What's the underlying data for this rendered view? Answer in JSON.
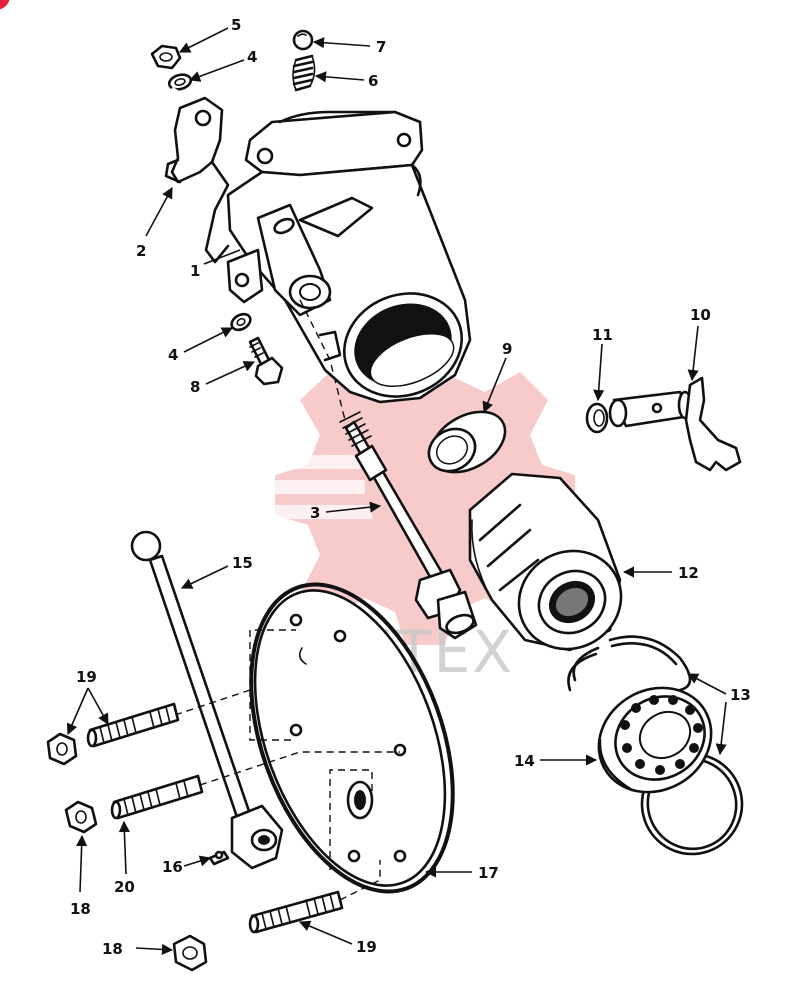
{
  "watermark": {
    "text": "VINTEX",
    "color": "#f2a0a0"
  },
  "badge": {
    "color": "#e8213a"
  },
  "callouts": {
    "c1": "1",
    "c2": "2",
    "c3": "3",
    "c4a": "4",
    "c4b": "4",
    "c5": "5",
    "c6": "6",
    "c7": "7",
    "c8": "8",
    "c9": "9",
    "c10": "10",
    "c11": "11",
    "c12": "12",
    "c13": "13",
    "c14": "14",
    "c15": "15",
    "c16": "16",
    "c17": "17",
    "c18a": "18",
    "c18b": "18",
    "c19a": "19",
    "c19b": "19",
    "c20": "20"
  }
}
